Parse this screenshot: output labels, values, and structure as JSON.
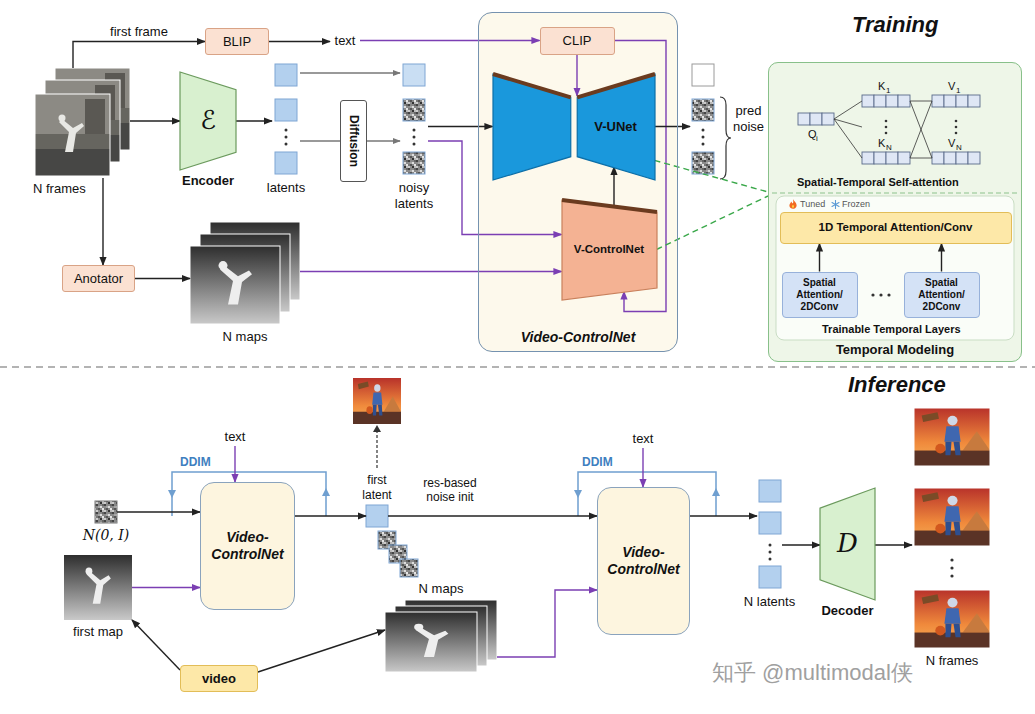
{
  "diagram": {
    "nodes": [
      {
        "text": [
          "N frames"
        ]
      },
      {
        "text": [
          "BLIP"
        ]
      },
      {
        "text": [
          "text"
        ]
      },
      {
        "text": [
          "ℰ",
          "Encoder"
        ]
      },
      {
        "text": [
          "latents"
        ]
      },
      {
        "text": [
          "Diffusion"
        ]
      },
      {
        "text": [
          "noisy latents"
        ]
      },
      {
        "text": [
          "Video-ControlNet"
        ]
      },
      {
        "text": [
          "CLIP"
        ],
        "in": 7
      },
      {
        "text": [
          "V-UNet"
        ],
        "in": 7
      },
      {
        "text": [
          "V-ControlNet"
        ],
        "in": 7
      },
      {
        "text": [
          "pred noise"
        ]
      },
      {
        "text": [
          "Temporal Modeling"
        ]
      },
      {
        "text": [
          "1D Temporal Attention/Conv"
        ],
        "in": 12
      },
      {
        "text": [
          "Spatial Attention/ 2DConv"
        ],
        "in": 12
      },
      {
        "text": [
          "Spatial Attention/ 2DConv"
        ],
        "in": 12
      },
      {
        "text": [
          "Anotator"
        ]
      },
      {
        "text": [
          "N maps"
        ]
      },
      {
        "text": [
          "N(0, I)"
        ]
      },
      {
        "text": [
          "first map"
        ]
      },
      {
        "text": [
          "text"
        ]
      },
      {
        "text": [
          "Video-ControlNet"
        ]
      },
      {
        "text": [
          "video"
        ]
      },
      {
        "text": [
          "first latent"
        ]
      },
      {
        "text": [
          "N maps"
        ]
      },
      {
        "text": [
          "text"
        ]
      },
      {
        "text": [
          "Video-ControlNet"
        ]
      },
      {
        "text": [
          "N latents"
        ]
      },
      {
        "text": [
          "D",
          "Decoder"
        ]
      },
      {
        "text": [
          "N frames"
        ]
      }
    ],
    "edges": [
      {
        "from": 0,
        "to": 1,
        "label": "first frame",
        "arrow": "to"
      },
      {
        "from": 1,
        "to": 2,
        "arrow": "to"
      },
      {
        "from": 2,
        "to": 8,
        "arrow": "to"
      },
      {
        "from": 0,
        "to": 3,
        "arrow": "to"
      },
      {
        "from": 3,
        "to": 4,
        "arrow": "to"
      },
      {
        "from": 4,
        "to": 5,
        "arrow": "none"
      },
      {
        "from": 5,
        "to": 6,
        "arrow": "to"
      },
      {
        "from": 6,
        "to": 9,
        "arrow": "to"
      },
      {
        "from": 6,
        "to": 10,
        "arrow": "to"
      },
      {
        "from": 8,
        "to": 9,
        "arrow": "to"
      },
      {
        "from": 8,
        "to": 10,
        "arrow": "to"
      },
      {
        "from": 10,
        "to": 9,
        "arrow": "to"
      },
      {
        "from": 9,
        "to": 11,
        "arrow": "to"
      },
      {
        "from": 0,
        "to": 16,
        "arrow": "to"
      },
      {
        "from": 16,
        "to": 17,
        "arrow": "to"
      },
      {
        "from": 17,
        "to": 10,
        "arrow": "to"
      },
      {
        "from": 9,
        "to": 12,
        "arrow": "none"
      },
      {
        "from": 10,
        "to": 12,
        "arrow": "none"
      },
      {
        "from": 14,
        "to": 13,
        "arrow": "to"
      },
      {
        "from": 15,
        "to": 13,
        "arrow": "to"
      },
      {
        "from": 18,
        "to": 21,
        "arrow": "to"
      },
      {
        "from": 19,
        "to": 21,
        "arrow": "to"
      },
      {
        "from": 20,
        "to": 21,
        "arrow": "to"
      },
      {
        "from": 22,
        "to": 19,
        "arrow": "to"
      },
      {
        "from": 22,
        "to": 24,
        "arrow": "to"
      },
      {
        "from": 21,
        "to": 23,
        "arrow": "to"
      },
      {
        "from": 23,
        "to": 26,
        "arrow": "to"
      },
      {
        "from": 24,
        "to": 26,
        "arrow": "to"
      },
      {
        "from": 25,
        "to": 26,
        "arrow": "to"
      },
      {
        "from": 26,
        "to": 27,
        "arrow": "to"
      },
      {
        "from": 27,
        "to": 28,
        "arrow": "to"
      },
      {
        "from": 28,
        "to": 29,
        "arrow": "to"
      },
      {
        "from": 4,
        "to": 6,
        "arrow": "to"
      }
    ],
    "labels": [
      "Training",
      "Q",
      "i",
      "K",
      "1",
      "K",
      "N",
      "V",
      "1",
      "V",
      "N",
      "Spatial-Temporal Self-attention",
      "Trainable Temporal Layers",
      "Inference",
      "DDIM",
      "res-based noise init",
      "DDIM",
      "知乎 @multimodal侠"
    ],
    "legend": [
      {
        "text": "Tuned"
      },
      {
        "text": "Frozen"
      }
    ]
  }
}
